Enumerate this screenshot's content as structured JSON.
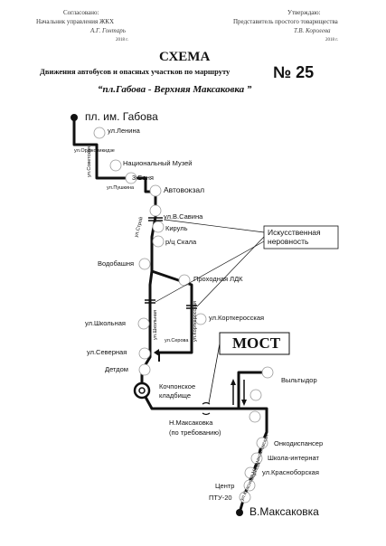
{
  "header": {
    "left_line1": "Согласовано:",
    "left_line2": "Начальник управления ЖКХ",
    "left_signature": "А.Г. Гонтарь",
    "left_year": "2018 г.",
    "right_line1": "Утверждаю:",
    "right_line2": "Представитель простого товарищества",
    "right_signature": "Т.В. Королева",
    "right_year": "2018 г."
  },
  "title": {
    "main": "СХЕМА",
    "subtitle": "Движения автобусов и опасных участков по маршруту",
    "route_number": "№ 25",
    "route_name": "“пл.Габова - Верхняя Максаковка ”"
  },
  "stops": {
    "start": "пл. им. Габова",
    "lenina": "ул.Ленина",
    "ordzhonikidze": "ул.Орджоникидзе",
    "sovetskaya": "ул.Советская",
    "museum": "Национальный Музей",
    "banya": "3-Баня",
    "pushkina": "ул.Пушкина",
    "avtovokzal": "Автовокзал",
    "savina": "ул.В.Савина",
    "stroi": "ул.Строй",
    "kirul": "Кируль",
    "skala": "р/ц Скала",
    "vodobashnya": "Водобашня",
    "ldk": "Проходная ЛДК",
    "shkolnaya_street": "ул.Школьная",
    "kortkerosskaya_street": "ул.Корткеросская",
    "kortkerosskaya": "ул.Корткеросская",
    "shkolnaya": "ул.Школьная",
    "serova": "ул.Серова",
    "severnaya": "ул.Северная",
    "detdom": "Детдом",
    "cemetery_1": "Кочпонское",
    "cemetery_2": "кладбище",
    "vyltydor": "Выльтыдор",
    "n_maksakovka": "Н.Максаковка",
    "on_request": "(по требованию)",
    "onkodispanser": "Онкодиспансер",
    "school": "Школа-интернат",
    "krasnoborskaya": "ул.Красноборская",
    "center": "Центр",
    "ptu": "ПТУ-20",
    "end": "В.Максаковка",
    "nizhmaksakovskaya": "ул.Нижмаксаковская",
    "krasnoborskaya_street": "ул.Красноборская"
  },
  "hazards": {
    "speed_bump": "Искусственная неровность",
    "bridge": "МОСТ"
  }
}
